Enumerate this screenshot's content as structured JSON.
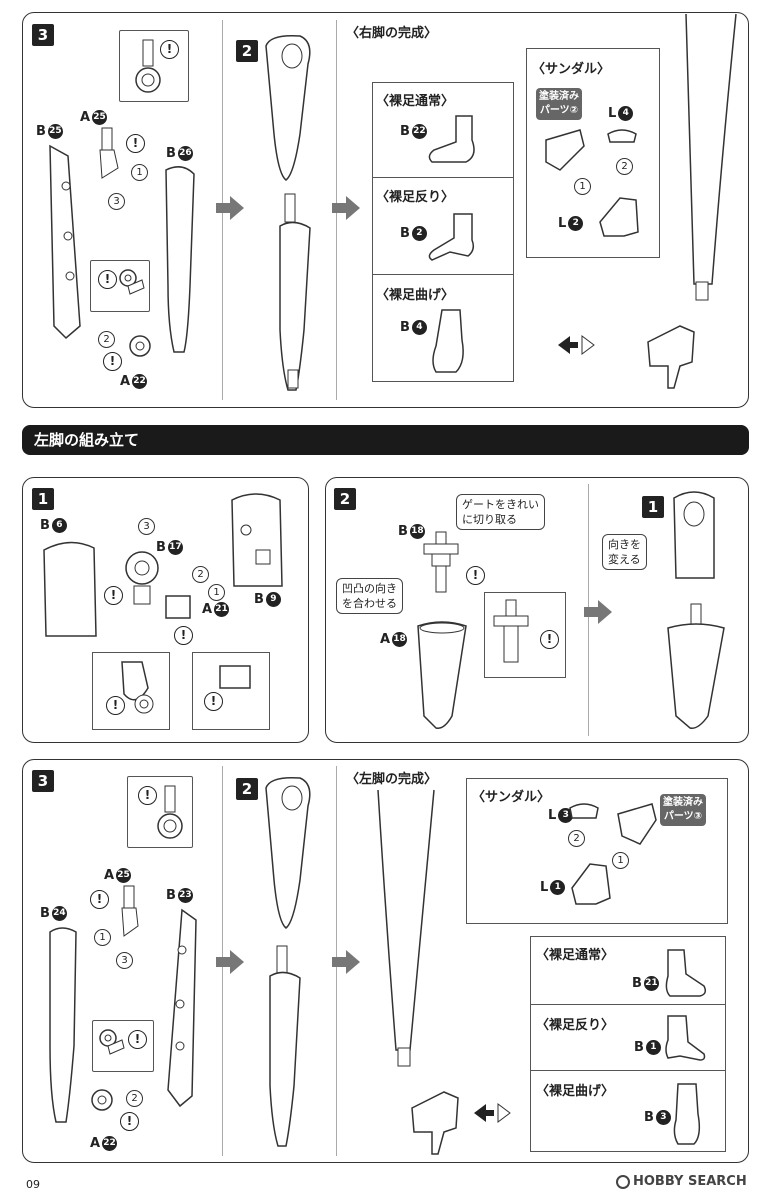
{
  "page_number": "09",
  "watermark": "HOBBY SEARCH",
  "section_left_leg": "左脚の組み立て",
  "steps": {
    "s1": "1",
    "s2": "2",
    "s3": "3"
  },
  "right_leg": {
    "complete_title": "〈右脚の完成〉",
    "barefoot_normal": "〈裸足通常〉",
    "barefoot_arched": "〈裸足反り〉",
    "barefoot_bent": "〈裸足曲げ〉",
    "sandal": "〈サンダル〉",
    "painted_part_line1": "塗装済み",
    "painted_part_line2": "パーツ②",
    "parts": {
      "a25": "A",
      "b25": "B",
      "b26": "B",
      "a22": "A",
      "b22": "B",
      "b2": "B",
      "b4": "B",
      "l4": "L",
      "l2": "L"
    },
    "nums": {
      "a25": "25",
      "b25": "25",
      "b26": "26",
      "a22": "22",
      "b22": "22",
      "b2": "2",
      "b4": "4",
      "l4": "4",
      "l2": "2"
    }
  },
  "left_leg_step1": {
    "parts": {
      "b6": "B",
      "b17": "B",
      "a21": "A",
      "b9": "B"
    },
    "nums": {
      "b6": "6",
      "b17": "17",
      "a21": "21",
      "b9": "9"
    }
  },
  "left_leg_step2": {
    "callout_gate_l1": "ゲートをきれい",
    "callout_gate_l2": "に切り取る",
    "callout_align_l1": "凹凸の向き",
    "callout_align_l2": "を合わせる",
    "callout_turn_l1": "向きを",
    "callout_turn_l2": "変える",
    "parts": {
      "b18": "B",
      "a18": "A"
    },
    "nums": {
      "b18": "18",
      "a18": "18"
    }
  },
  "left_leg": {
    "complete_title": "〈左脚の完成〉",
    "sandal": "〈サンダル〉",
    "painted_part_line1": "塗装済み",
    "painted_part_line2": "パーツ③",
    "barefoot_normal": "〈裸足通常〉",
    "barefoot_arched": "〈裸足反り〉",
    "barefoot_bent": "〈裸足曲げ〉",
    "parts": {
      "a25": "A",
      "b23": "B",
      "b24": "B",
      "a22": "A",
      "l3": "L",
      "l1": "L",
      "b21": "B",
      "b1": "B",
      "b3": "B"
    },
    "nums": {
      "a25": "25",
      "b23": "23",
      "b24": "24",
      "a22": "22",
      "l3": "3",
      "l1": "1",
      "b21": "21",
      "b1": "1",
      "b3": "3"
    }
  },
  "circled": {
    "c1": "1",
    "c2": "2",
    "c3": "3"
  },
  "warn_mark": "!"
}
